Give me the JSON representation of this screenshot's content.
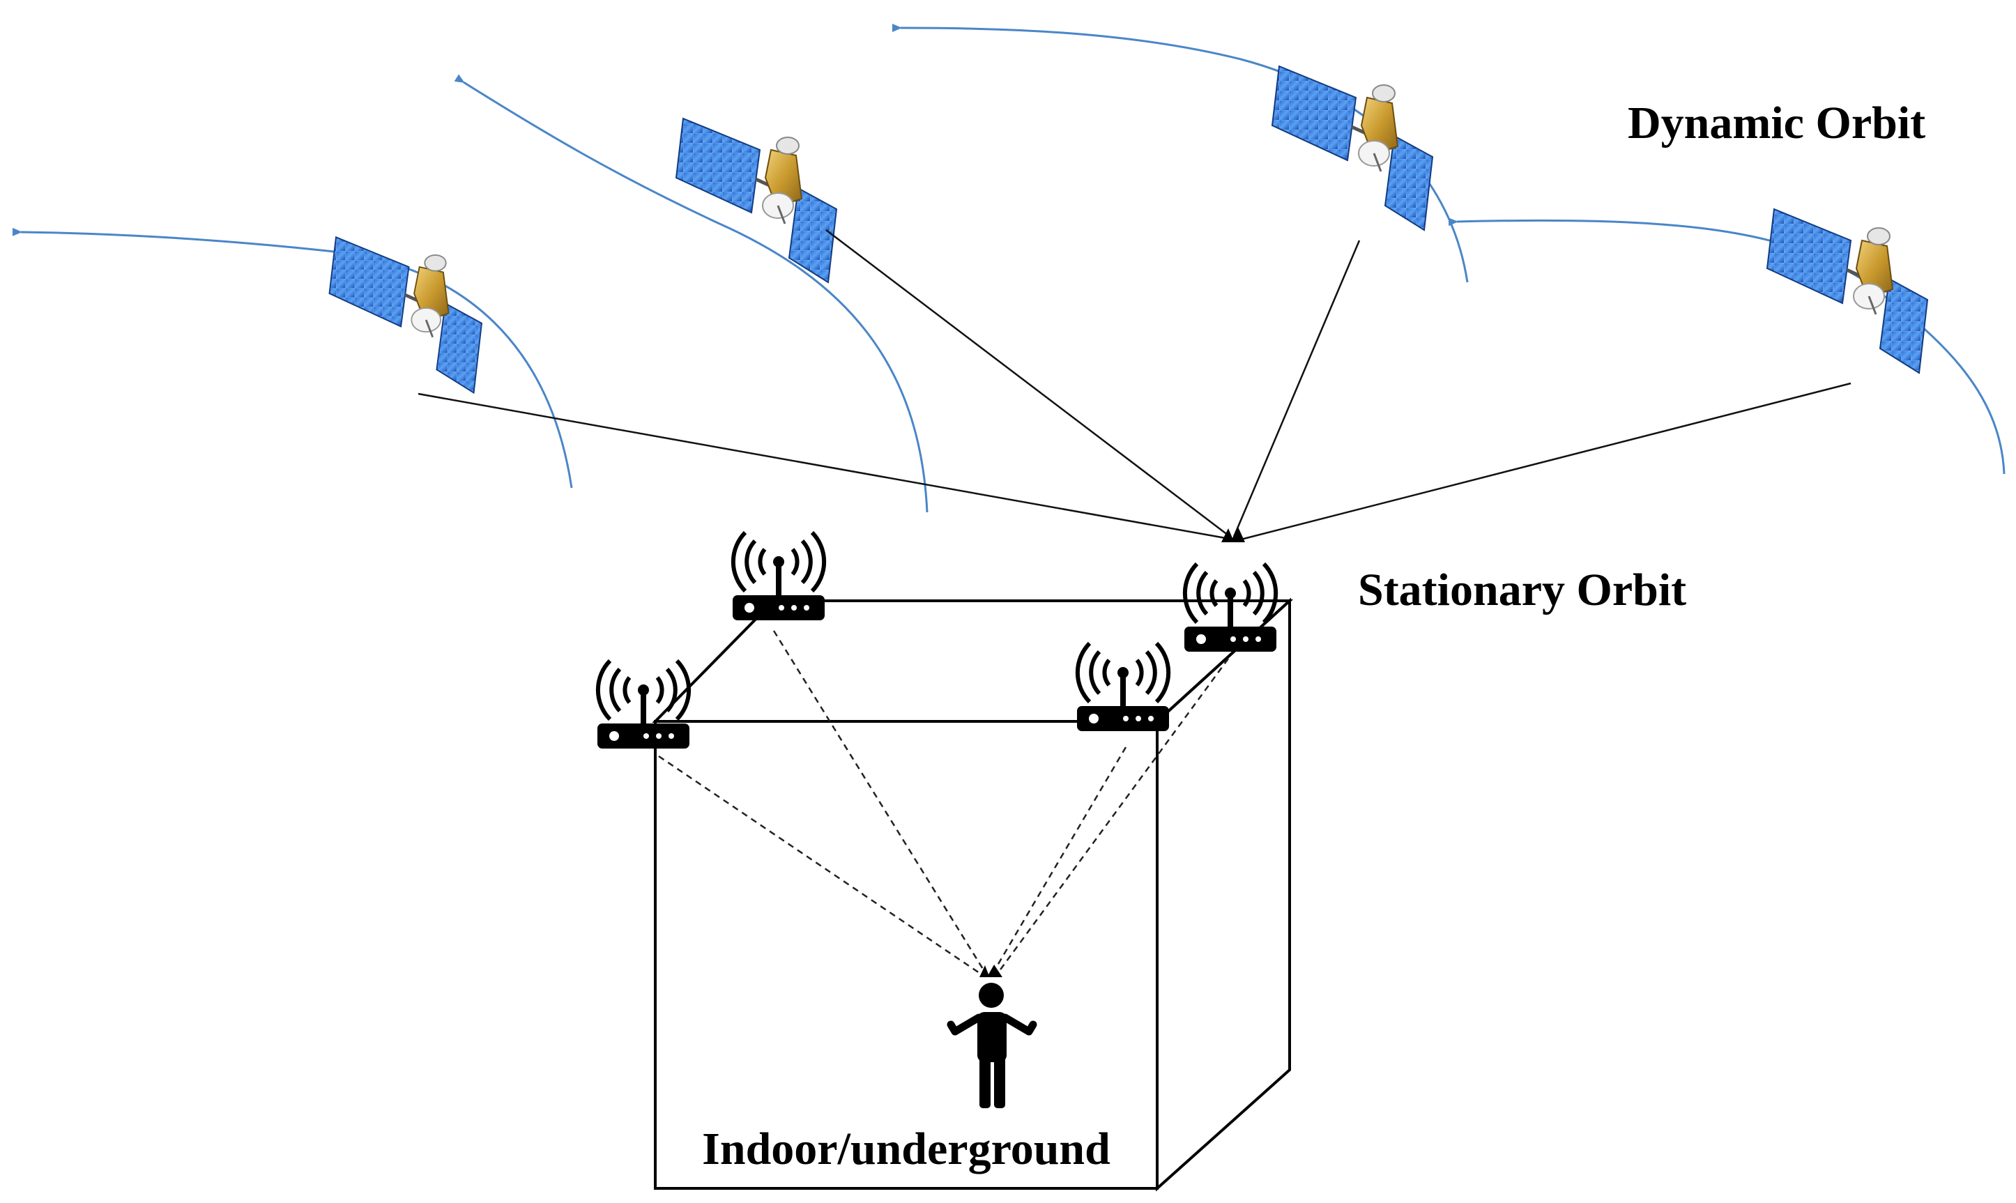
{
  "labels": {
    "dynamic_orbit": "Dynamic Orbit",
    "stationary_orbit": "Stationary Orbit",
    "indoor": "Indoor/underground"
  },
  "icons": {
    "satellite": "satellite-icon",
    "router": "wireless-router-icon",
    "person": "person-icon",
    "receiver": "signal-receiver-icon"
  },
  "colors": {
    "orbit_arrow": "#4a86c8",
    "panel": "#1f5fc9",
    "panel_light": "#4f95ee",
    "satellite_body": "#c9a13a",
    "link_line": "#111111",
    "background": "#ffffff"
  }
}
